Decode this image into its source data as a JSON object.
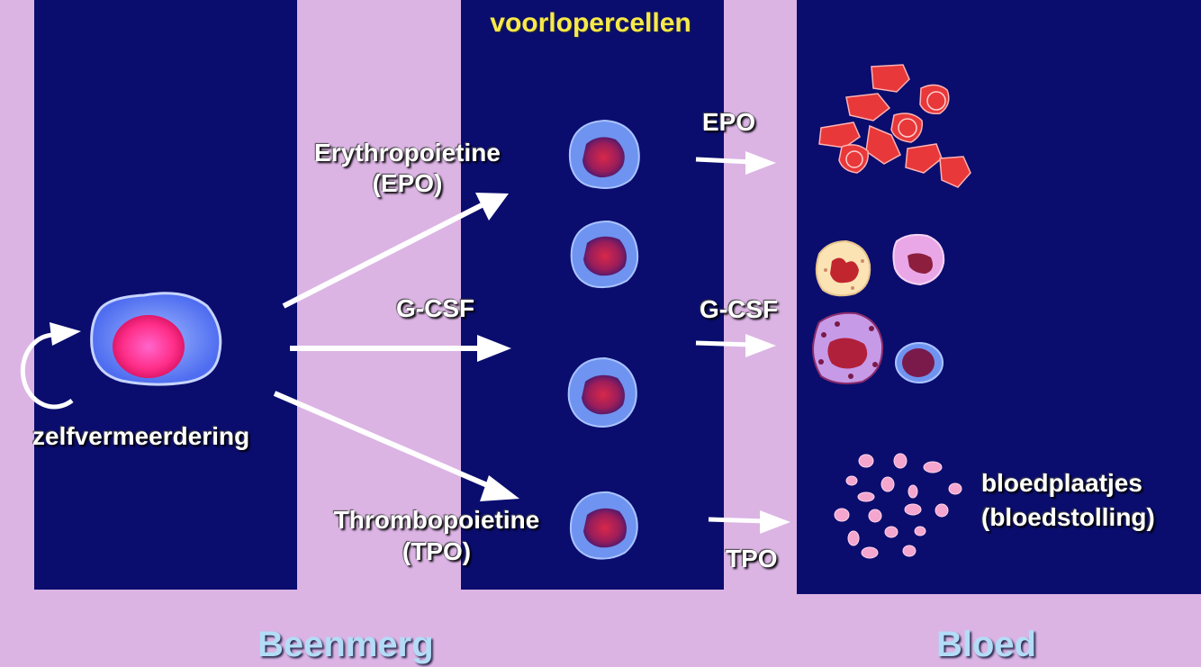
{
  "title": "voorlopercellen",
  "self_renewal_label": "zelfvermeerdering",
  "factors_left": {
    "epo_name": "Erythropoietine",
    "epo_abbr": "(EPO)",
    "gcsf": "G-CSF",
    "tpo_name": "Thrombopoietine",
    "tpo_abbr": "(TPO)"
  },
  "factors_right": {
    "epo": "EPO",
    "gcsf": "G-CSF",
    "tpo": "TPO"
  },
  "platelets": {
    "line1": "bloedplaatjes",
    "line2": "(bloedstolling)"
  },
  "footer": {
    "left": "Beenmerg",
    "right": "Bloed"
  },
  "colors": {
    "panel": "#0a0d6e",
    "background": "#dbb4e4",
    "title": "#f7e94a",
    "footer": "#b3dcf7",
    "red_cell": "#e8383a",
    "platelet": "#f4a6cf"
  }
}
